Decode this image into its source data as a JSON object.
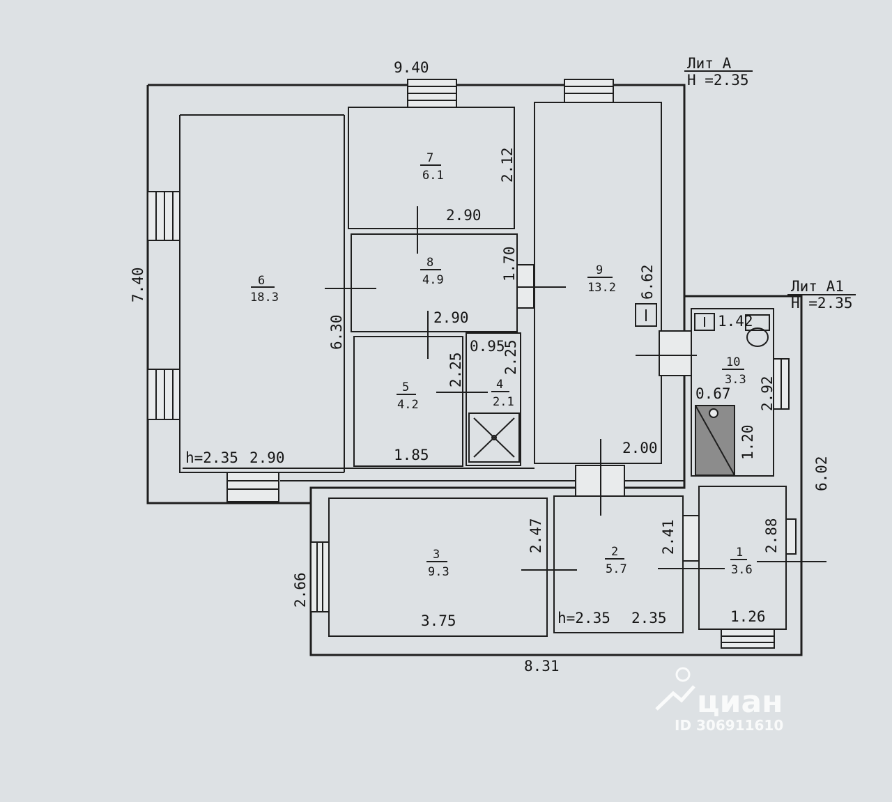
{
  "lit_a": {
    "title": "Лит  А",
    "height": "H =2.35"
  },
  "lit_a1": {
    "title": "Лит  А1",
    "height": "H =2.35"
  },
  "dimensions": {
    "top_width": "9.40",
    "left_height": "7.40",
    "bottom_width": "8.31",
    "right_height": "6.02",
    "a1_left_height": "2.66",
    "d_6_30": "6.30",
    "d_h_main": "h=2.35",
    "d_6_bottom": "2.90",
    "d_7_height": "2.12",
    "d_7_width": "2.90",
    "d_8_height": "1.70",
    "d_8_width": "2.90",
    "d_5_height": "2.25",
    "d_5_width": "1.85",
    "d_4_width": "0.95",
    "d_4_height": "2.25",
    "d_9_height": "6.62",
    "d_9_width": "2.00",
    "d_10_width": "1.42",
    "d_10_height": "2.92",
    "d_10_stair_w": "0.67",
    "d_10_stair_h": "1.20",
    "d_3_height": "2.47",
    "d_3_width": "3.75",
    "d_2_height": "2.41",
    "d_h_a1": "h=2.35",
    "d_2_width": "2.35",
    "d_1_height": "2.88",
    "d_1_width": "1.26"
  },
  "rooms": [
    {
      "number": "1",
      "area": "3.6"
    },
    {
      "number": "2",
      "area": "5.7"
    },
    {
      "number": "3",
      "area": "9.3"
    },
    {
      "number": "4",
      "area": "2.1"
    },
    {
      "number": "5",
      "area": "4.2"
    },
    {
      "number": "6",
      "area": "18.3"
    },
    {
      "number": "7",
      "area": "6.1"
    },
    {
      "number": "8",
      "area": "4.9"
    },
    {
      "number": "9",
      "area": "13.2"
    },
    {
      "number": "10",
      "area": "3.3"
    }
  ],
  "watermark": {
    "brand": "циан",
    "id": "ID 306911610"
  },
  "colors": {
    "background": "#dde1e4",
    "line": "#1e1e1e"
  }
}
